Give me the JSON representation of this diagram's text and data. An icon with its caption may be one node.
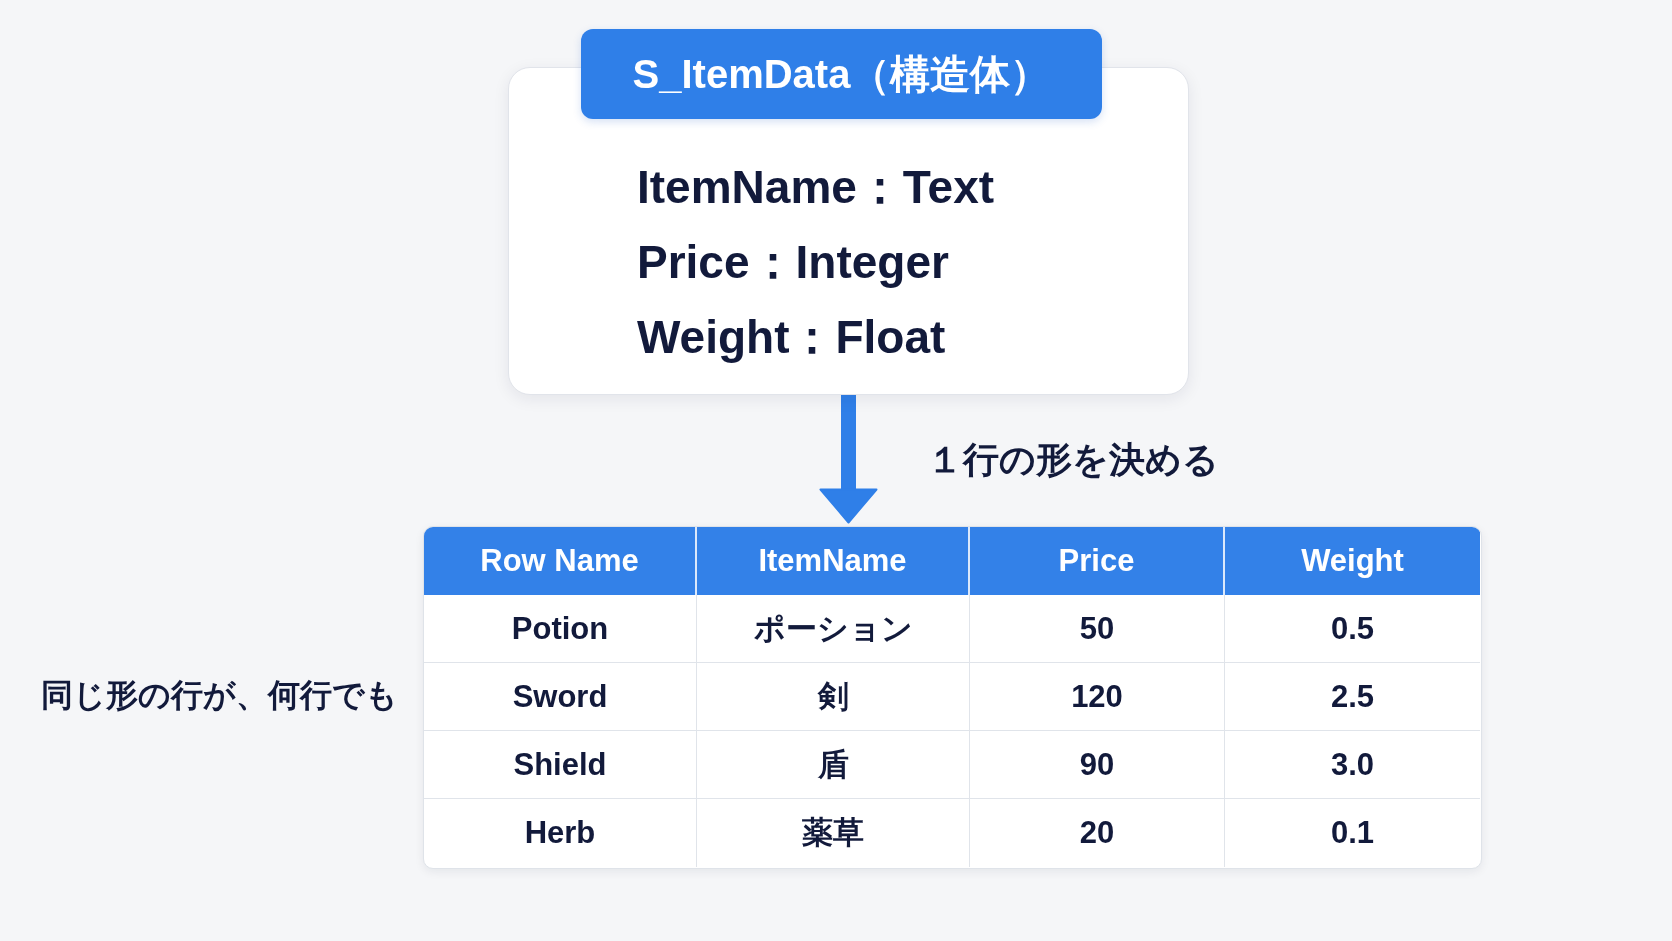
{
  "diagram": {
    "nodes": [
      {
        "text": [
          "S_ItemData（構造体）",
          "ItemName：Text",
          "Price：Integer",
          "Weight：Float"
        ]
      },
      {
        "text": [],
        "shape": "table",
        "beside": [
          "同じ形の行が、何行でも"
        ]
      }
    ],
    "edges": [
      {
        "from": 0,
        "to": 1,
        "arrow": "to",
        "label": "１行の形を決める"
      }
    ],
    "labels": [
      "Row Name",
      "ItemName",
      "Price",
      "Weight",
      "Potion",
      "ポーション",
      "50",
      "0.5",
      "Sword",
      "剣",
      "120",
      "2.5",
      "Shield",
      "盾",
      "90",
      "3.0",
      "Herb",
      "薬草",
      "20",
      "0.1"
    ]
  }
}
